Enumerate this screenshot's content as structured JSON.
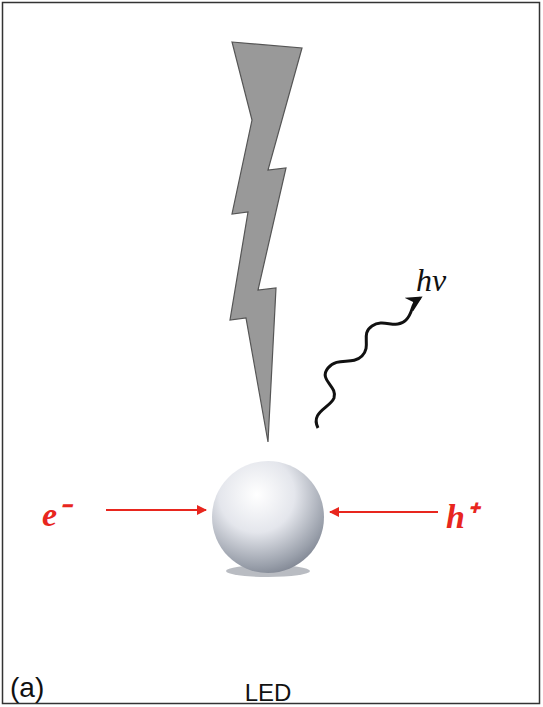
{
  "diagram": {
    "nodes": [
      {
        "text": [
          "LED"
        ]
      }
    ],
    "labels": [
      "hν",
      "e⁻",
      "h⁺",
      "(a)"
    ]
  }
}
